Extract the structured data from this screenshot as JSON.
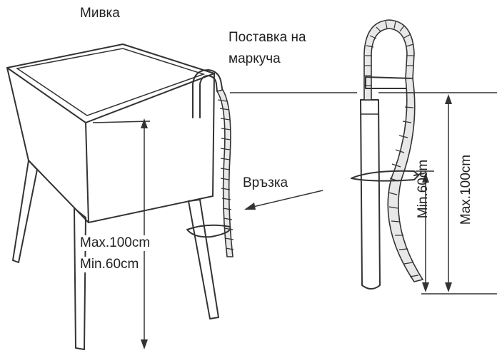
{
  "labels": {
    "sink": "Мивка",
    "hose_stand_line1": "Поставка на",
    "hose_stand_line2": "маркуча",
    "tie": "Връзка",
    "max_left": "Max.100cm",
    "min_left": "Min.60cm",
    "min_right": "Min.60cm",
    "max_right": "Max.100cm"
  },
  "colors": {
    "line": "#333333",
    "hose_fill": "#e8e8e8",
    "background": "#ffffff"
  }
}
